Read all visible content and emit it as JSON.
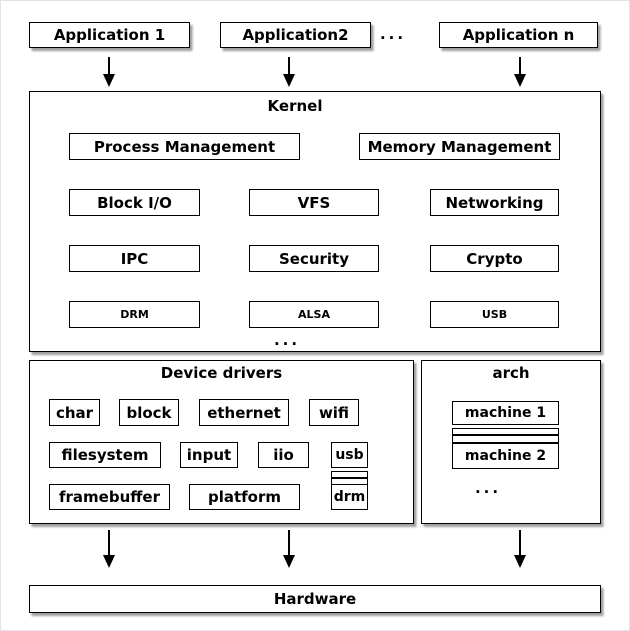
{
  "applications": {
    "items": [
      "Application 1",
      "Application2",
      "Application n"
    ],
    "ellipsis": "..."
  },
  "kernel": {
    "title": "Kernel",
    "top_row": [
      "Process Management",
      "Memory Management"
    ],
    "grid": [
      [
        "Block I/O",
        "VFS",
        "Networking"
      ],
      [
        "IPC",
        "Security",
        "Crypto"
      ],
      [
        "DRM",
        "ALSA",
        "USB"
      ]
    ],
    "ellipsis": "..."
  },
  "device_drivers": {
    "title": "Device drivers",
    "row1": [
      "char",
      "block",
      "ethernet",
      "wifi"
    ],
    "row2": [
      "filesystem",
      "input",
      "iio",
      "usb"
    ],
    "row3": [
      "framebuffer",
      "platform",
      "drm"
    ]
  },
  "arch": {
    "title": "arch",
    "machines": [
      "machine 1",
      "machine 2"
    ],
    "ellipsis": "..."
  },
  "hardware": {
    "title": "Hardware"
  },
  "colors": {
    "box_border": "#000000",
    "box_fill": "#ffffff",
    "shadow": "#999999",
    "arrow": "#000000",
    "page_background": "#ffffff",
    "frame_border": "#e0e0e0"
  }
}
